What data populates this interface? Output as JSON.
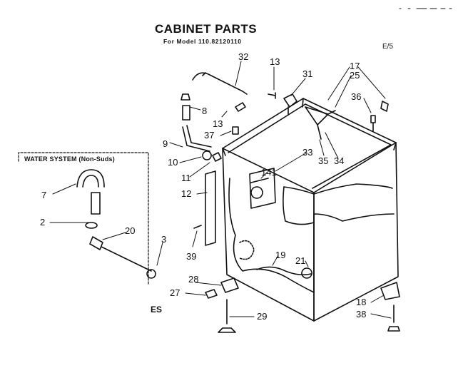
{
  "header": {
    "title": "CABINET PARTS",
    "subtitle": "For Model 110.82120110",
    "page_code": "E/5"
  },
  "inset": {
    "title": "WATER SYSTEM (Non-Suds)"
  },
  "footer_mark": "ES",
  "callouts": {
    "c2": "2",
    "c3": "3",
    "c7": "7",
    "c8": "8",
    "c9": "9",
    "c10": "10",
    "c11": "11",
    "c12": "12",
    "c13a": "13",
    "c13b": "13",
    "c141": "141",
    "c17": "17",
    "c18": "18",
    "c19": "19",
    "c20": "20",
    "c21": "21",
    "c25": "25",
    "c27": "27",
    "c28": "28",
    "c29": "29",
    "c31": "31",
    "c32": "32",
    "c33": "33",
    "c34": "34",
    "c35": "35",
    "c36": "36",
    "c37": "37",
    "c38": "38",
    "c39": "39"
  },
  "colors": {
    "ink": "#111111",
    "paper": "#ffffff"
  }
}
